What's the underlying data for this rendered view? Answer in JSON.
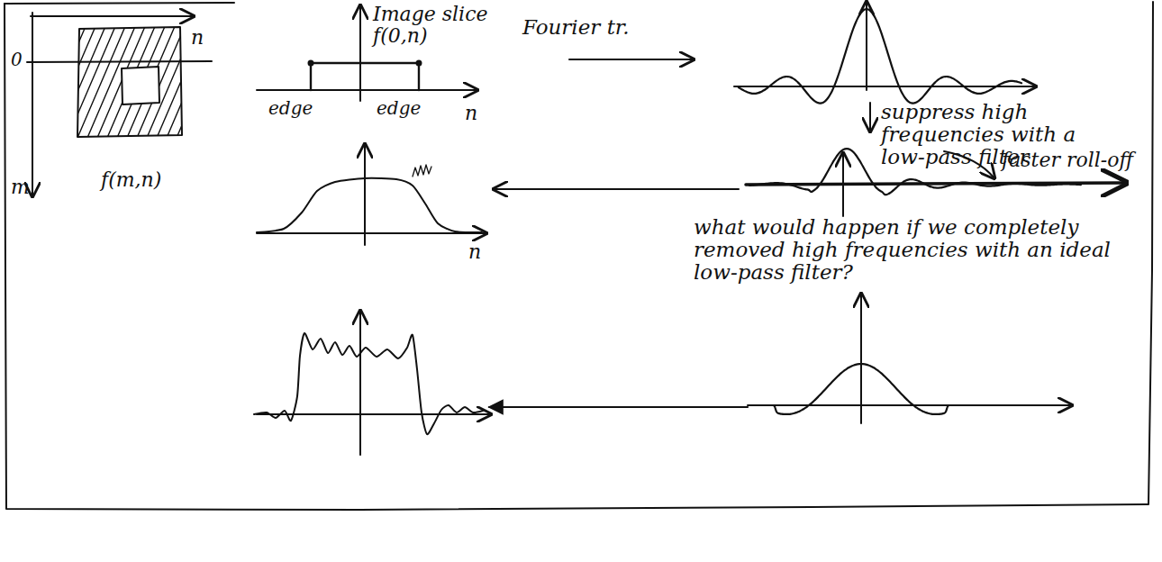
{
  "diagram": {
    "labels": [
      "n",
      "0",
      "m",
      "f(m,n)",
      "Image slice f(0,n)",
      "edge",
      "edge",
      "n",
      "Fourier tr.",
      "suppress high frequencies with a low-pass filter",
      "faster roll-off",
      "n",
      "what would happen if we completely removed high frequencies with an ideal low-pass filter?"
    ]
  }
}
